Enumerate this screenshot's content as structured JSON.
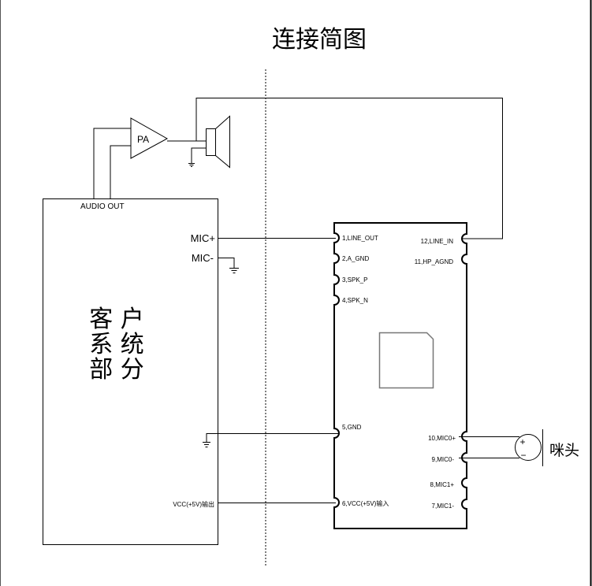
{
  "title": "连接简图",
  "customer_block": {
    "label_lines": [
      "客 户",
      "系 统",
      "部 分"
    ],
    "audio_out": "AUDIO OUT",
    "mic_plus": "MIC+",
    "mic_minus": "MIC-",
    "vcc_out": "VCC(+5V)输出"
  },
  "amplifier": {
    "label": "PA"
  },
  "module": {
    "left_pins": [
      {
        "label": "1,LINE_OUT"
      },
      {
        "label": "2,A_GND"
      },
      {
        "label": "3,SPK_P"
      },
      {
        "label": "4,SPK_N"
      },
      {
        "label": "5,GND"
      },
      {
        "label": "6,VCC(+5V)输入"
      }
    ],
    "right_pins": [
      {
        "label": "12,LINE_IN"
      },
      {
        "label": "11,HP_AGND"
      },
      {
        "label": "10,MIC0+"
      },
      {
        "label": "9,MIC0-"
      },
      {
        "label": "8,MIC1+"
      },
      {
        "label": "7,MIC1-"
      }
    ]
  },
  "microphone": {
    "label": "咪头",
    "plus": "+",
    "minus": "−"
  },
  "colors": {
    "line": "#000000",
    "border": "#333333"
  }
}
